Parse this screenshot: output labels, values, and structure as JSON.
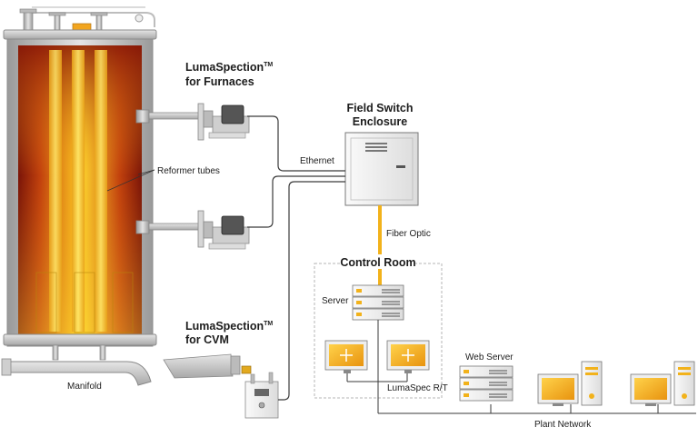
{
  "product_furnaces": {
    "line1": "LumaSpection",
    "tm": "TM",
    "line2": "for Furnaces"
  },
  "product_cvm": {
    "line1": "LumaSpection",
    "tm": "TM",
    "line2": "for CVM"
  },
  "field_switch": {
    "line1": "Field Switch",
    "line2": "Enclosure"
  },
  "labels": {
    "reformer_tubes": "Reformer tubes",
    "manifold": "Manifold",
    "ethernet": "Ethernet",
    "fiber_optic": "Fiber Optic",
    "control_room": "Control Room",
    "server": "Server",
    "lumaspec_rt": "LumaSpec R/T",
    "web_server": "Web Server",
    "plant_network": "Plant Network"
  },
  "colors": {
    "fiber": "#f2b21b",
    "cable": "#333333",
    "steel": "#c9c9c9",
    "flame_core": "#ffe53a",
    "flame_edge": "#7a1408",
    "monitor": "#f5a623"
  }
}
